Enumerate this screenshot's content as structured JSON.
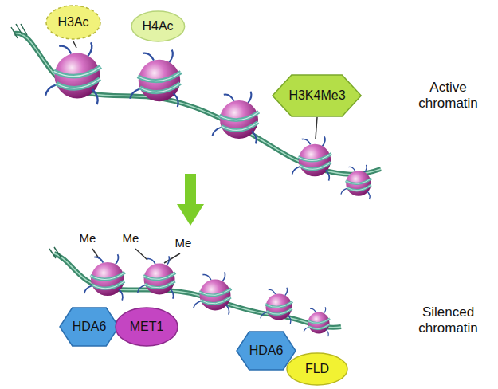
{
  "diagram": {
    "nodes": [
      {
        "text": [
          "H3Ac"
        ]
      },
      {
        "text": [
          "H4Ac"
        ]
      },
      {
        "text": [
          "H3K4Me3"
        ]
      },
      {
        "text": [
          "HDA6"
        ]
      },
      {
        "text": [
          "MET1"
        ]
      },
      {
        "text": [
          "HDA6"
        ]
      },
      {
        "text": [
          "FLD"
        ]
      }
    ],
    "labels": [
      "Active chromatin",
      "Me",
      "Me",
      "Me",
      "Silenced chromatin"
    ]
  }
}
